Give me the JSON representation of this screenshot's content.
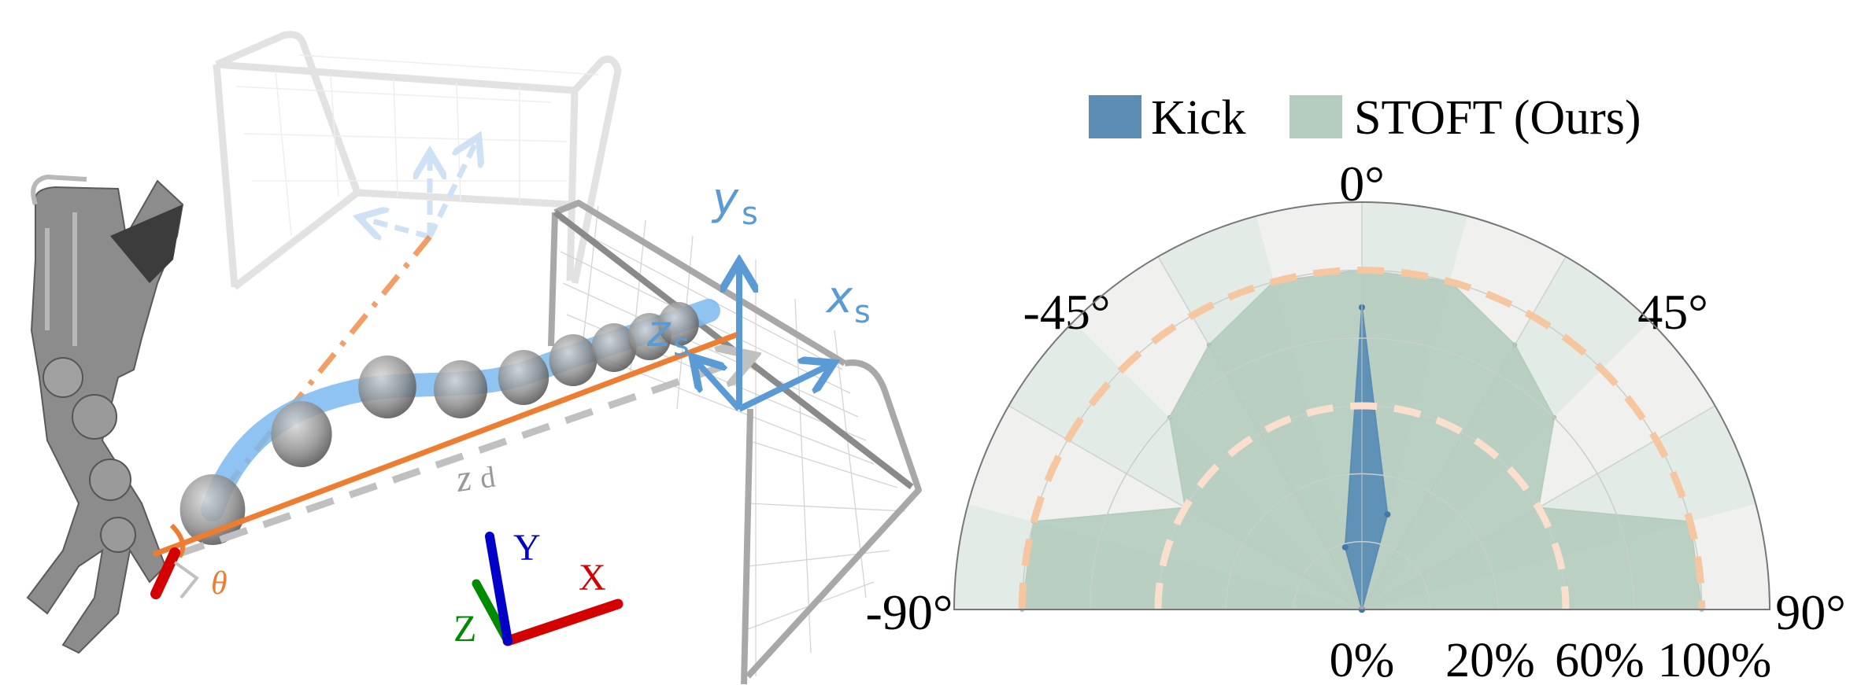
{
  "scene": {
    "labels": {
      "y_s": "y",
      "y_s_sub": "s",
      "x_s": "x",
      "x_s_sub": "s",
      "z_s": "z",
      "z_s_sub": "s",
      "z_d": "z",
      "z_d_sub": "d",
      "theta": "θ",
      "axis_x": "X",
      "axis_y": "Y",
      "axis_z": "Z"
    },
    "colors": {
      "trajectory": "#7ab8f0",
      "frame": "#5b9bd5",
      "target_line": "#ed7d31",
      "axis_x": "#d40000",
      "axis_y": "#0000c8",
      "axis_z": "#008a00",
      "dashed": "#c0c0c0"
    }
  },
  "chart_data": {
    "type": "polar-area",
    "theta_range": [
      -90,
      90
    ],
    "theta_tick_labels": [
      "-90°",
      "-45°",
      "0°",
      "45°",
      "90°"
    ],
    "theta_ticks": [
      -90,
      -45,
      0,
      45,
      90
    ],
    "r_range": [
      0,
      120
    ],
    "r_gridlines": [
      20,
      40,
      60,
      80,
      100,
      120
    ],
    "r_tick_labels": [
      "0%",
      "20%",
      "60%",
      "100%"
    ],
    "angles": [
      -90,
      -75,
      -60,
      -45,
      -30,
      -15,
      0,
      15,
      30,
      45,
      60,
      75,
      90
    ],
    "series": [
      {
        "name": "STOFT (Ours)",
        "color": "#b5cdbf",
        "values": [
          100,
          100,
          60,
          80,
          90,
          100,
          100,
          100,
          90,
          80,
          60,
          100,
          100
        ]
      },
      {
        "name": "Kick",
        "color": "#5b8db5",
        "values": [
          0,
          0,
          0,
          0,
          0,
          19,
          89,
          29,
          0,
          0,
          0,
          0,
          0
        ]
      }
    ],
    "reference_circles": [
      {
        "value": 100,
        "color": "#f5c6a0",
        "style": "dashed"
      },
      {
        "value": 60,
        "color": "#fae0cc",
        "style": "dashed"
      }
    ],
    "sector_colors": [
      "#e3ebe6",
      "#f0f0ee"
    ],
    "legend": {
      "placement": "top",
      "items": [
        "Kick",
        "STOFT (Ours)"
      ]
    }
  }
}
